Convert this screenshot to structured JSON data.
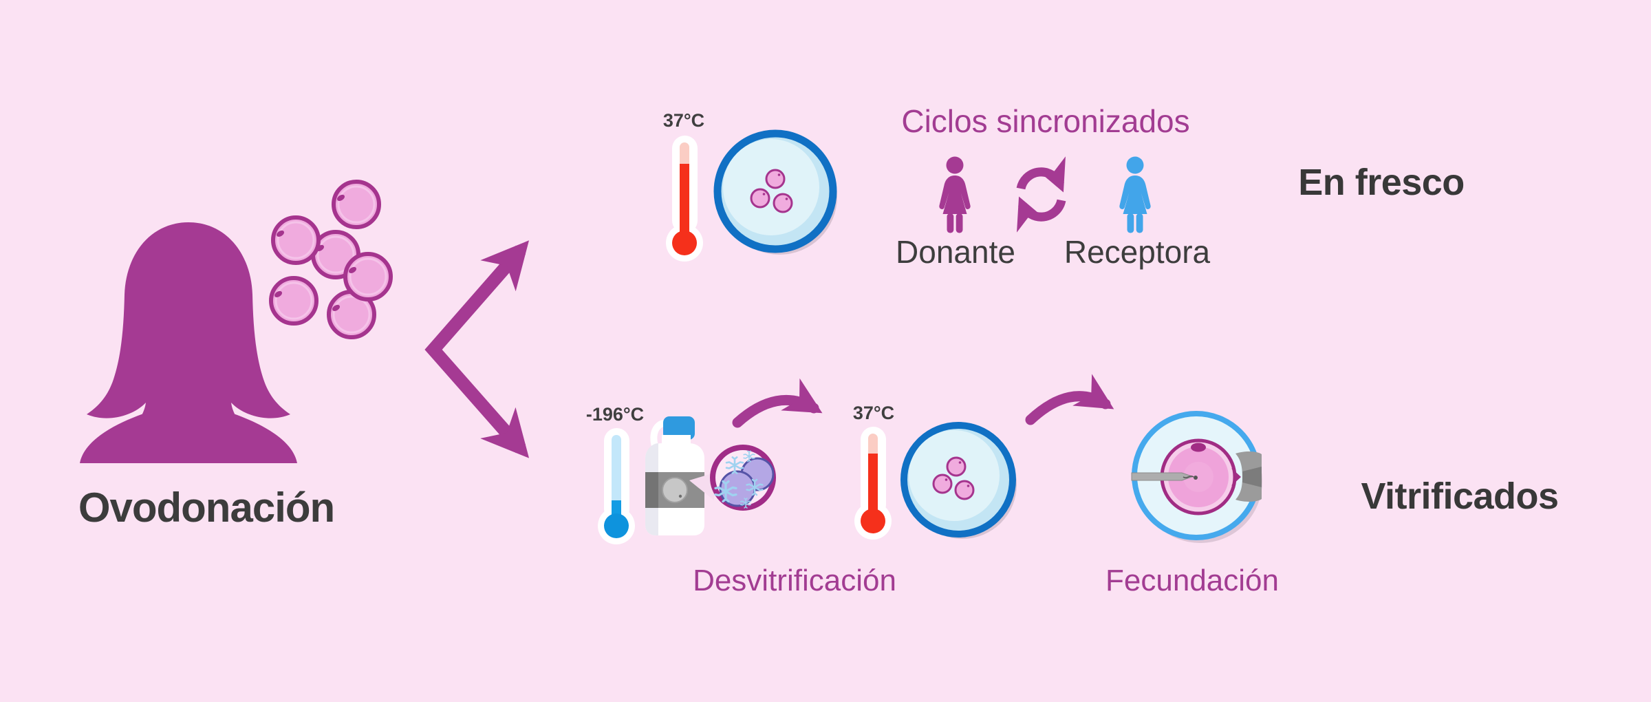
{
  "title": {
    "label": "Ovodonación"
  },
  "fresh_branch": {
    "temp_label": "37°C",
    "section_title": "Ciclos sincronizados",
    "donor_label": "Donante",
    "recipient_label": "Receptora",
    "result_label": "En fresco"
  },
  "vitrified_branch": {
    "cryo_temp_label": "-196°C",
    "warm_temp_label": "37°C",
    "step1_label": "Desvitrificación",
    "step2_label": "Fecundación",
    "result_label": "Vitrificados"
  },
  "colors": {
    "background": "#FBE2F3",
    "magenta_shape": "#A53A93",
    "magenta_text": "#A23C92",
    "dark_text": "#3C3C3C",
    "egg_fill": "#F0ABDE",
    "egg_border": "#A5348E",
    "dish_ring_blue": "#1070C4",
    "dish_interior": "#E0F3F9",
    "thermometer_red": "#F5301B",
    "thermometer_blue": "#0E93DD",
    "recipient_blue": "#42A5EA",
    "frozen_egg_purple": "#B4A7E5",
    "snowflake_blue": "#9FD2F0",
    "fertilization_ring_blue": "#45A9ED"
  },
  "icons": {
    "donor_silhouette": "woman-silhouette-icon",
    "egg_cluster": "egg-cluster-icon",
    "branch": "branch-arrows-icon",
    "warm_thermometer": "thermometer-warm-icon",
    "cold_thermometer": "thermometer-cold-icon",
    "petri_dish": "petri-dish-icon",
    "donor_person": "donor-woman-icon",
    "sync": "sync-arrows-icon",
    "recipient_person": "recipient-woman-icon",
    "cryo_bottle": "cryo-bottle-icon",
    "vitrified_eggs": "vitrified-eggs-icon",
    "curved_arrow": "curved-arrow-icon",
    "fertilization": "icsi-fertilization-icon"
  }
}
